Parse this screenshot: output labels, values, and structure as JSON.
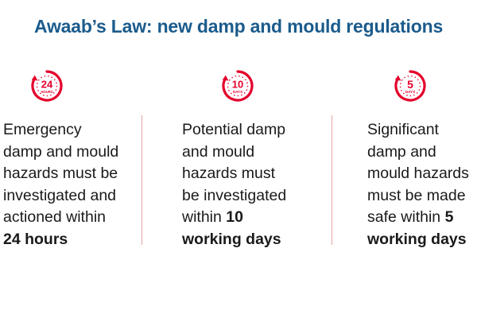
{
  "title": "Awaab’s Law: new damp and mould regulations",
  "accent_color": "#e4002b",
  "title_color": "#1b5b8c",
  "columns": [
    {
      "icon": "clock-24-hours-icon",
      "icon_number": "24",
      "icon_unit": "HOURS",
      "lines": [
        "Emergency",
        "damp and mould",
        "hazards must be",
        "investigated and",
        "actioned within"
      ],
      "last_line_regular": "",
      "last_line_bold": "24 hours",
      "extra_bold": ""
    },
    {
      "icon": "calendar-10-days-icon",
      "icon_number": "10",
      "icon_unit": "DAYS",
      "lines": [
        "Potential damp",
        "and mould",
        "hazards must",
        "be investigated"
      ],
      "last_line_regular": "within ",
      "last_line_bold": "10",
      "extra_bold": "working days"
    },
    {
      "icon": "calendar-5-days-icon",
      "icon_number": "5",
      "icon_unit": "DAYS",
      "lines": [
        "Significant",
        "damp and",
        "mould hazards",
        "must be made"
      ],
      "last_line_regular": "safe within ",
      "last_line_bold": "5",
      "extra_bold": "working days"
    }
  ]
}
